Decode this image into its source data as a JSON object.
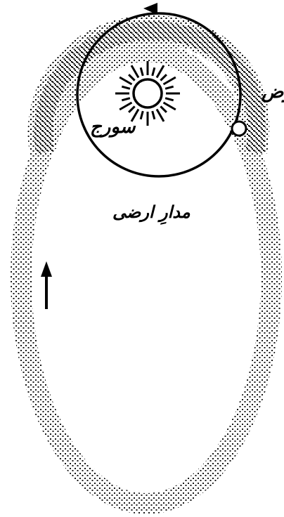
{
  "labels": {
    "sun": "سورج",
    "earth": "ارض",
    "orbit": "مدارِ ارضی"
  },
  "colors": {
    "ink": "#000000",
    "background": "#ffffff"
  },
  "icons": {
    "sun": "sun-icon",
    "earth": "earth-icon",
    "orbit_direction": "arrowhead-icon",
    "motion_direction": "up-arrow-icon"
  }
}
